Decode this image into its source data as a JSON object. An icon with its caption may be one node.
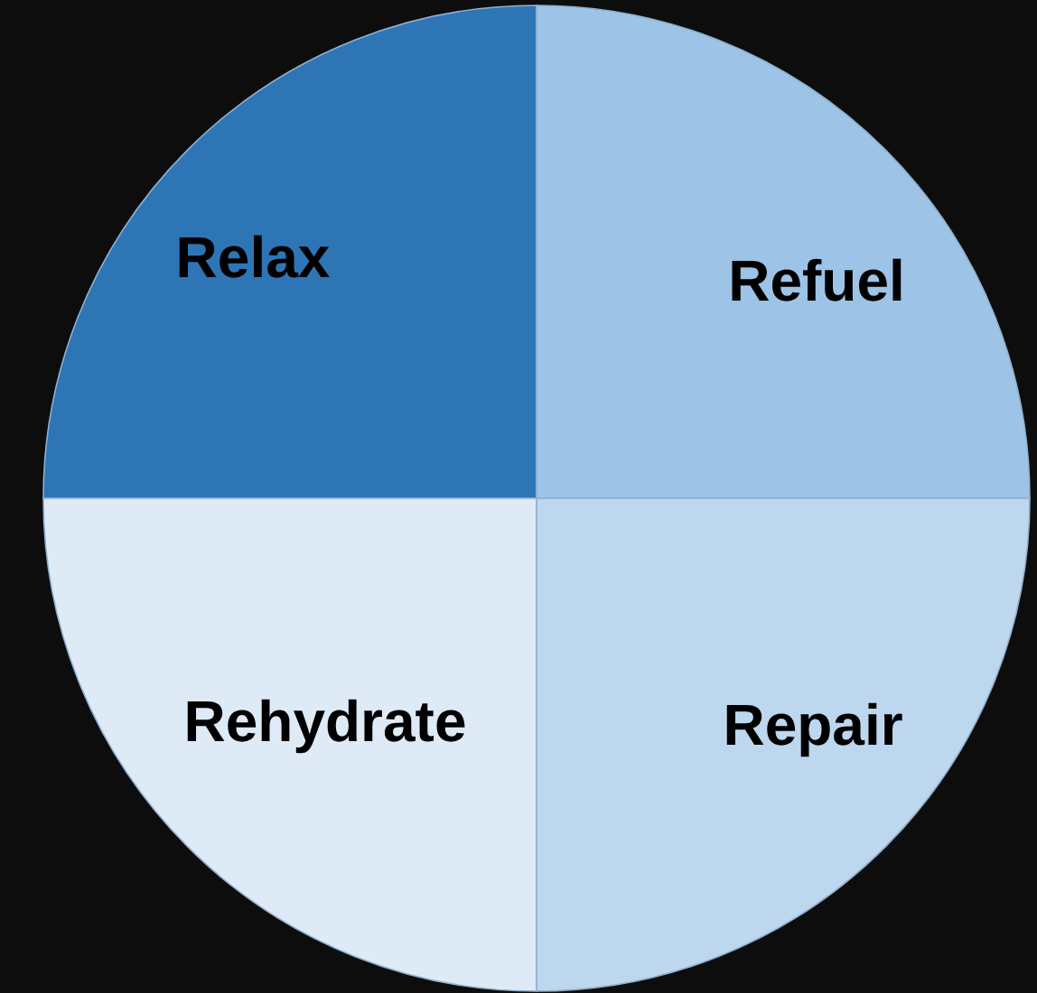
{
  "diagram": {
    "nodes": [
      {
        "text": [
          "Relax"
        ]
      },
      {
        "text": [
          "Refuel"
        ]
      },
      {
        "text": [
          "Rehydrate"
        ]
      },
      {
        "text": [
          "Repair"
        ]
      }
    ]
  }
}
